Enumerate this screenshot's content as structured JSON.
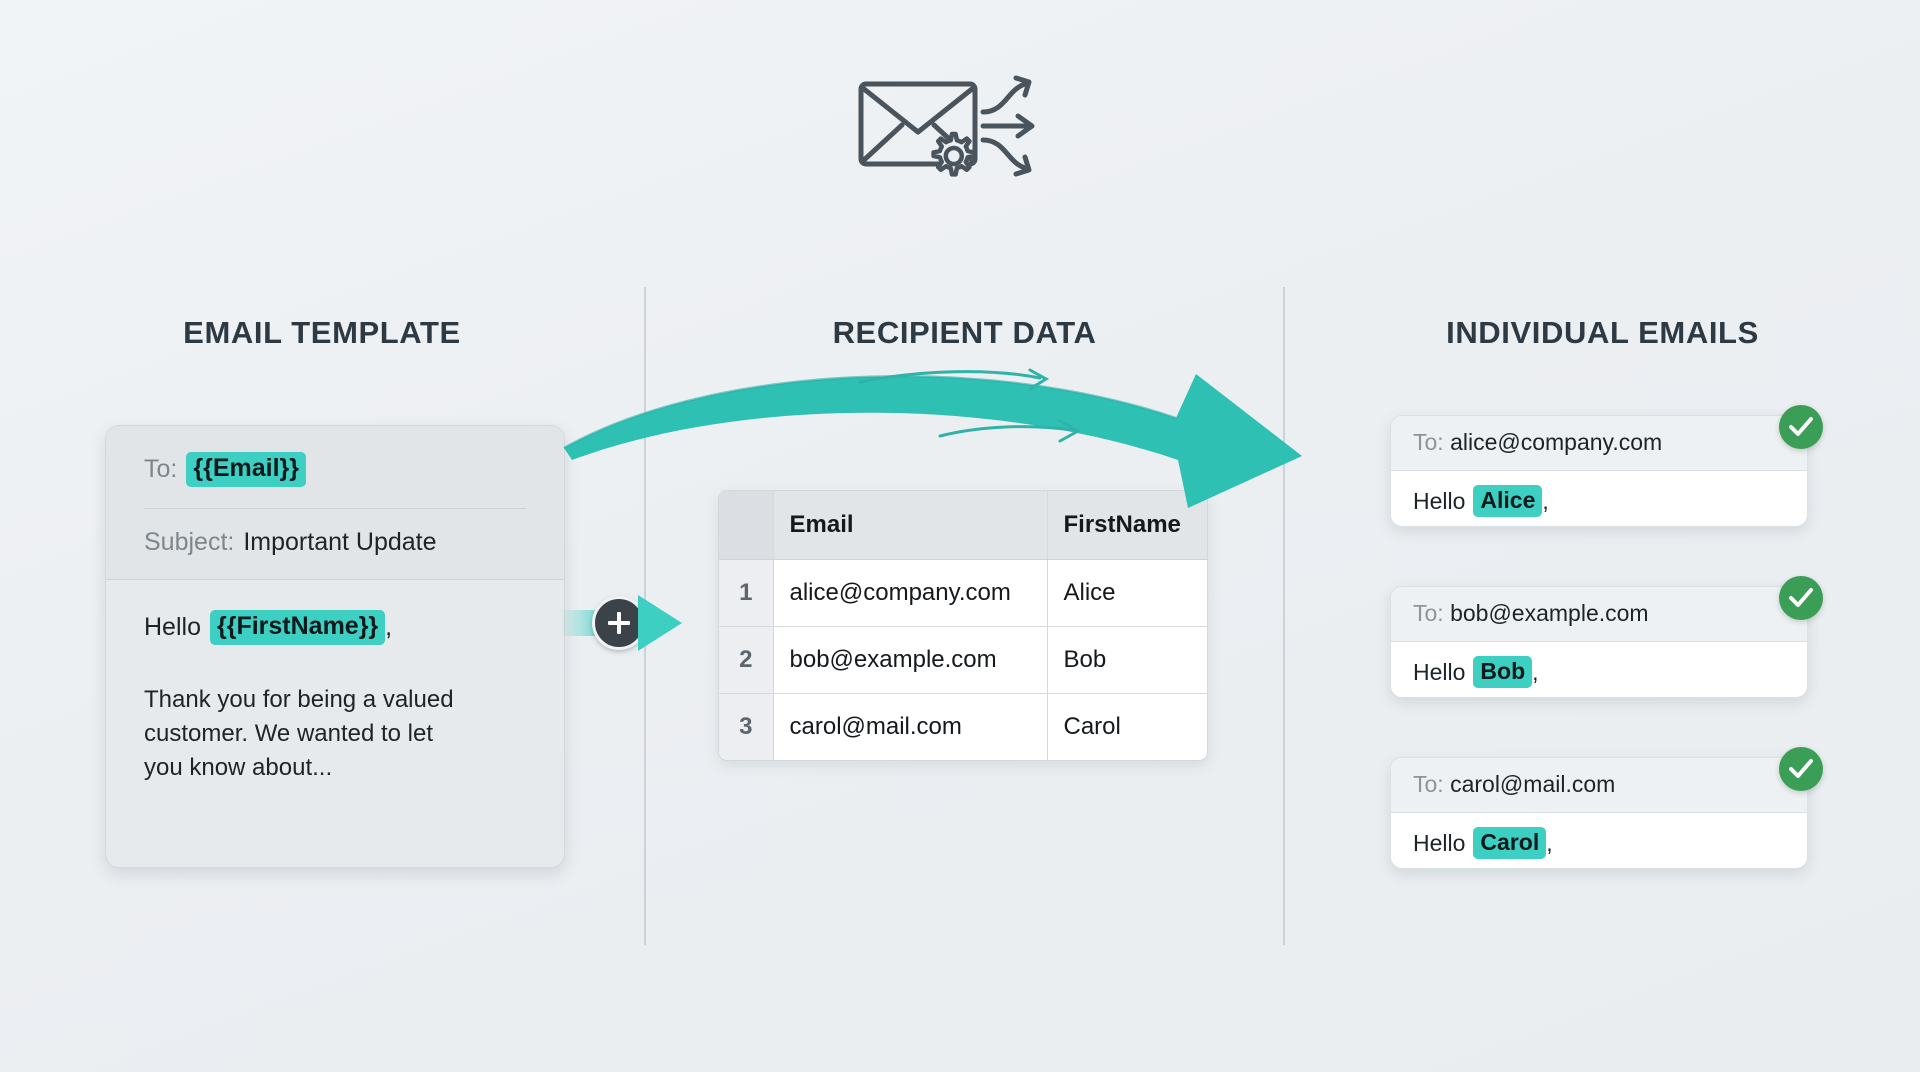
{
  "hero_icon": "envelope-gear-distribute-icon",
  "columns": {
    "left_heading": "EMAIL TEMPLATE",
    "center_heading": "RECIPIENT DATA",
    "right_heading": "INDIVIDUAL EMAILS"
  },
  "template_card": {
    "to_label": "To:",
    "to_token": "{{Email}}",
    "subject_label": "Subject:",
    "subject_value": "Important Update",
    "greeting_prefix": "Hello",
    "greeting_token": "{{FirstName}}",
    "greeting_suffix": ",",
    "paragraph": "Thank you for being a valued customer. We wanted to let you know about..."
  },
  "connector": {
    "badge_icon": "plus-icon",
    "arrow_icon": "arrow-right-icon"
  },
  "recipient_table": {
    "columns": [
      "",
      "Email",
      "FirstName"
    ],
    "rows": [
      {
        "index": "1",
        "email": "alice@company.com",
        "firstname": "Alice"
      },
      {
        "index": "2",
        "email": "bob@example.com",
        "firstname": "Bob"
      },
      {
        "index": "3",
        "email": "carol@mail.com",
        "firstname": "Carol"
      }
    ]
  },
  "output_emails": [
    {
      "to_label": "To:",
      "to_value": "alice@company.com",
      "greeting_prefix": "Hello",
      "greeting_token": "Alice",
      "greeting_suffix": ",",
      "status_icon": "check-circle-icon"
    },
    {
      "to_label": "To:",
      "to_value": "bob@example.com",
      "greeting_prefix": "Hello",
      "greeting_token": "Bob",
      "greeting_suffix": ",",
      "status_icon": "check-circle-icon"
    },
    {
      "to_label": "To:",
      "to_value": "carol@mail.com",
      "greeting_prefix": "Hello",
      "greeting_token": "Carol",
      "greeting_suffix": ",",
      "status_icon": "check-circle-icon"
    }
  ],
  "flow_arrow": {
    "icon": "curved-arrow-right-icon"
  },
  "colors": {
    "background": "#eceff2",
    "accent_teal": "#3ccfc2",
    "arrow_teal": "#2fc0b4",
    "heading_slate": "#2d3a44",
    "success_green": "#3a9e56",
    "card_gray": "#e7eaec",
    "divider_gray": "#ccd2d8"
  }
}
